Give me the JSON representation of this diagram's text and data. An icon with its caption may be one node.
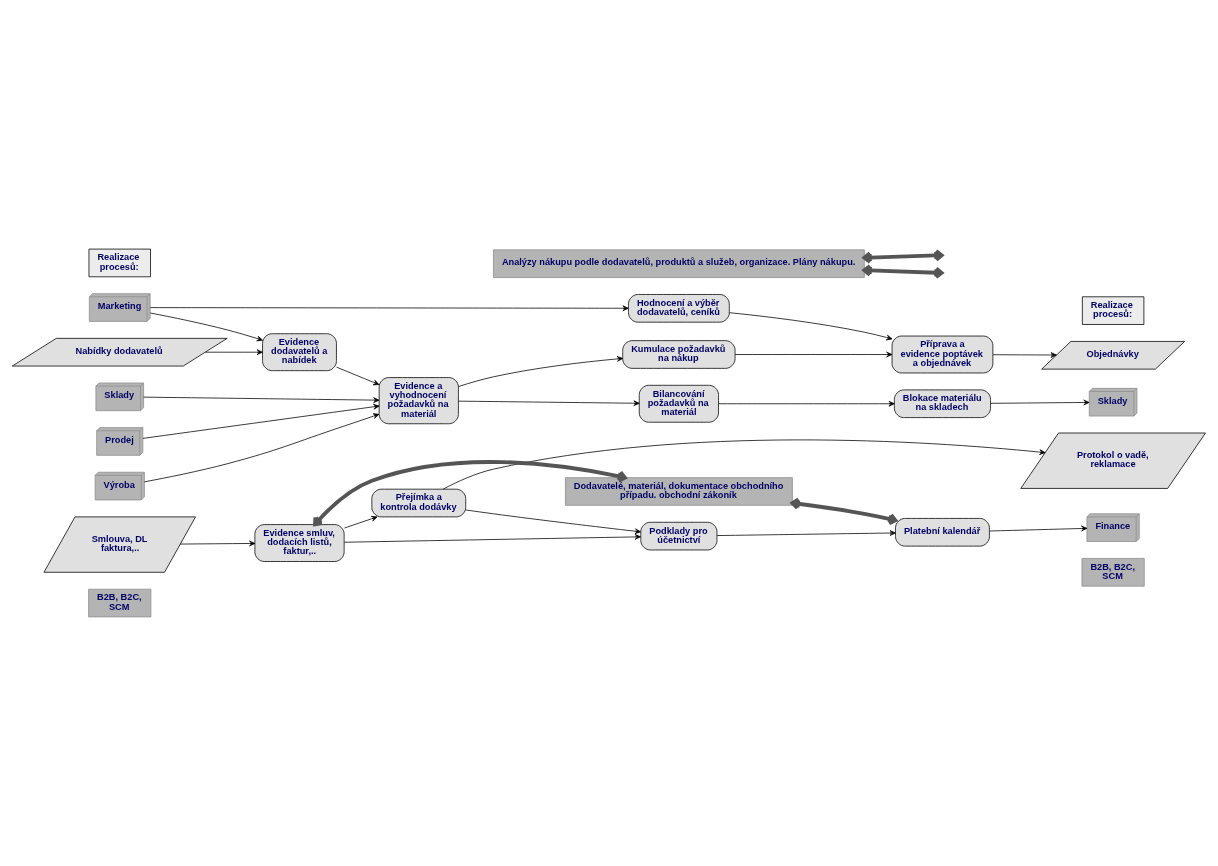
{
  "diagram": {
    "nodes": [
      {
        "text": [
          "Analýzy nákupu podle dodavatelů, produktů a služeb, organizace. Plány nákupu."
        ]
      },
      {
        "text": [
          "Realizace  procesů:"
        ]
      },
      {
        "text": [
          "Hodnocení a výběr dodavatelů, ceníků"
        ]
      },
      {
        "text": [
          "Realizace  procesů:"
        ]
      },
      {
        "text": [
          "Marketing"
        ]
      },
      {
        "text": [
          "Příprava a evidence poptávek a objednávek"
        ]
      },
      {
        "text": [
          "Objednávky"
        ]
      },
      {
        "text": [
          "Evidence dodavatelů a nabídek"
        ]
      },
      {
        "text": [
          "Nabídky dodavatelů"
        ]
      },
      {
        "text": [
          "Evidence a vyhodnocení požadavků na materiál"
        ]
      },
      {
        "text": [
          "Kumulace požadavků na nákup"
        ]
      },
      {
        "text": [
          "Sklady"
        ]
      },
      {
        "text": [
          "Bilancování požadavků na materiál"
        ]
      },
      {
        "text": [
          "Blokace materiálu na skladech"
        ]
      },
      {
        "text": [
          "Sklady"
        ]
      },
      {
        "text": [
          "Prodej"
        ]
      },
      {
        "text": [
          "Výroba"
        ]
      },
      {
        "text": [
          "Přejímka a kontrola dodávky"
        ]
      },
      {
        "text": [
          "Protokol o vadě, reklamace"
        ]
      },
      {
        "text": [
          "Smlouva, DL faktura,.."
        ]
      },
      {
        "text": [
          "Evidence smluv, dodacích listů, faktur,.."
        ]
      },
      {
        "text": [
          "Podklady pro účetnictví"
        ]
      },
      {
        "text": [
          "Platební kalendář"
        ]
      },
      {
        "text": [
          "Finance"
        ]
      },
      {
        "text": [
          "B2B, B2C, SCM"
        ]
      },
      {
        "text": [
          "Dodavatelé, materiál, dokumentace obchodního případu. obchodní zákoník"
        ]
      },
      {
        "text": [
          "B2B, B2C, SCM"
        ]
      }
    ],
    "edges": [
      {
        "from": 4,
        "to": 2,
        "arrow": "to"
      },
      {
        "from": 4,
        "to": 7,
        "arrow": "to"
      },
      {
        "from": 8,
        "to": 7,
        "arrow": "to"
      },
      {
        "from": 2,
        "to": 5,
        "arrow": "to"
      },
      {
        "from": 5,
        "to": 6,
        "arrow": "to"
      },
      {
        "from": 7,
        "to": 9,
        "arrow": "to"
      },
      {
        "from": 11,
        "to": 9,
        "arrow": "to"
      },
      {
        "from": 15,
        "to": 9,
        "arrow": "to"
      },
      {
        "from": 16,
        "to": 9,
        "arrow": "to"
      },
      {
        "from": 9,
        "to": 10,
        "arrow": "to"
      },
      {
        "from": 10,
        "to": 5,
        "arrow": "to"
      },
      {
        "from": 9,
        "to": 12,
        "arrow": "to"
      },
      {
        "from": 12,
        "to": 13,
        "arrow": "to"
      },
      {
        "from": 13,
        "to": 14,
        "arrow": "to"
      },
      {
        "from": 19,
        "to": 20,
        "arrow": "to"
      },
      {
        "from": 20,
        "to": 17,
        "arrow": "to"
      },
      {
        "from": 20,
        "to": 21,
        "arrow": "to"
      },
      {
        "from": 17,
        "to": 18,
        "arrow": "to"
      },
      {
        "from": 17,
        "to": 21,
        "arrow": "to"
      },
      {
        "from": 21,
        "to": 22,
        "arrow": "to"
      },
      {
        "from": 22,
        "to": 23,
        "arrow": "to"
      },
      {
        "from": 0,
        "to": null,
        "arrow": "both",
        "style": "thick"
      },
      {
        "from": 0,
        "to": null,
        "arrow": "both",
        "style": "thick"
      },
      {
        "from": 20,
        "to": 25,
        "arrow": "both",
        "style": "thick"
      },
      {
        "from": 22,
        "to": 25,
        "arrow": "both",
        "style": "thick"
      }
    ]
  }
}
